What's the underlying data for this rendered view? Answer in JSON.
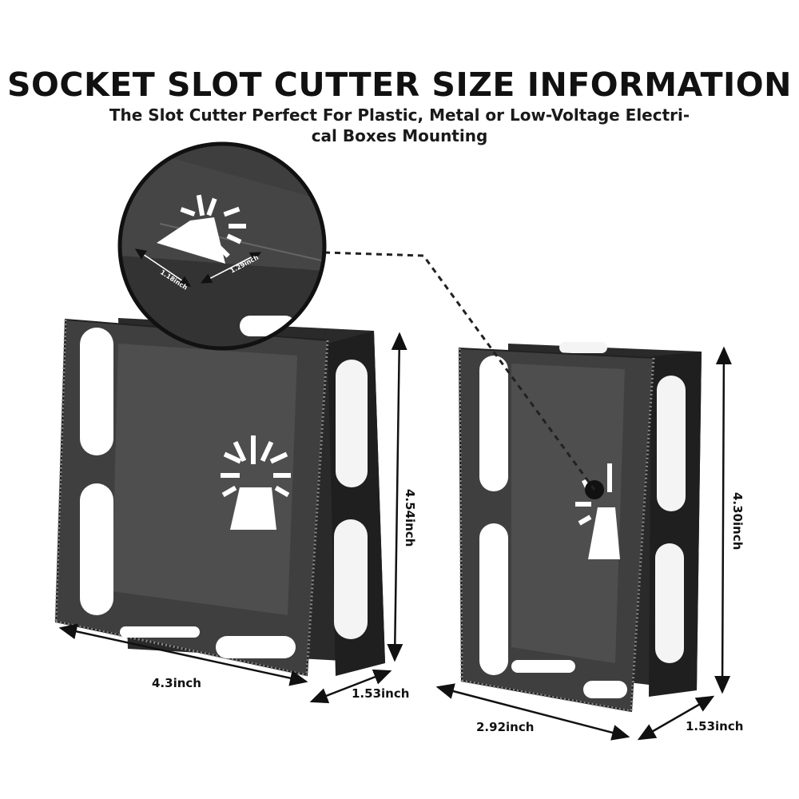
{
  "header": {
    "title": "SOCKET SLOT CUTTER SIZE INFORMATION",
    "subtitle_line1": "The Slot Cutter Perfect For Plastic, Metal or Low-Voltage Electri-",
    "subtitle_line2": "cal Boxes Mounting"
  },
  "zoom_callout": {
    "width_label": "1.18inch",
    "height_label": "1.29inch"
  },
  "large_cutter": {
    "width_label": "4.3inch",
    "depth_label": "1.53inch",
    "height_label": "4.54inch"
  },
  "small_cutter": {
    "width_label": "2.92inch",
    "depth_label": "1.53inch",
    "height_label": "4.30inch"
  },
  "colors": {
    "blade_front": "#3d3d3d",
    "blade_back": "#2b2b2b",
    "blade_inner": "#555555",
    "cutout": "#ffffff",
    "text": "#111111"
  }
}
